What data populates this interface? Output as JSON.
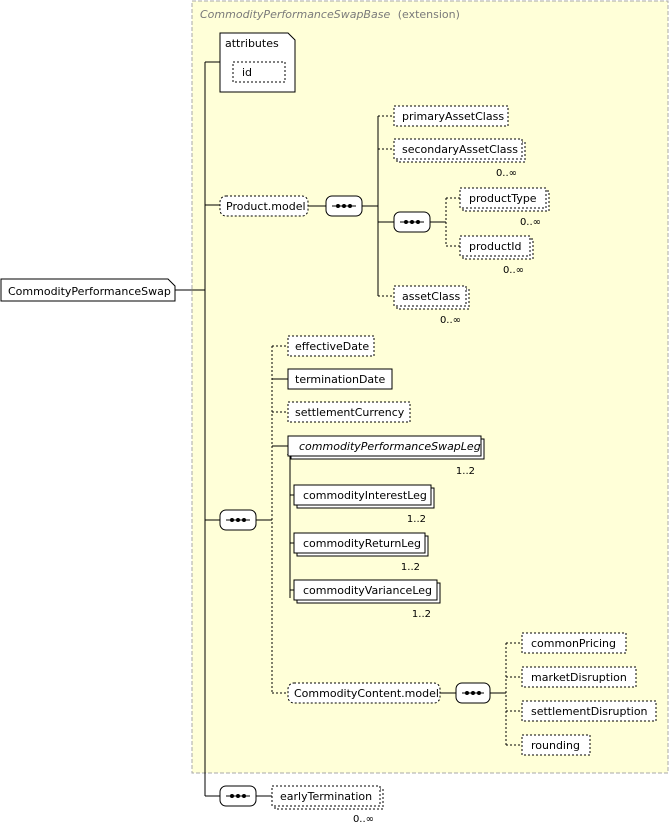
{
  "extension": {
    "base": "CommodityPerformanceSwapBase",
    "suffix": "(extension)"
  },
  "root": "CommodityPerformanceSwap",
  "attributes": {
    "title": "attributes",
    "id": "id"
  },
  "product_model": {
    "label": "Product.model",
    "primary_asset_class": "primaryAssetClass",
    "secondary_asset_class": "secondaryAssetClass",
    "secondary_asset_class_card": "0..∞",
    "product_type": "productType",
    "product_type_card": "0..∞",
    "product_id": "productId",
    "product_id_card": "0..∞",
    "asset_class": "assetClass",
    "asset_class_card": "0..∞"
  },
  "main_sequence": {
    "effective_date": "effectiveDate",
    "termination_date": "terminationDate",
    "settlement_currency": "settlementCurrency",
    "swap_leg": "commodityPerformanceSwapLeg",
    "swap_leg_card": "1..2",
    "interest_leg": "commodityInterestLeg",
    "interest_leg_card": "1..2",
    "return_leg": "commodityReturnLeg",
    "return_leg_card": "1..2",
    "variance_leg": "commodityVarianceLeg",
    "variance_leg_card": "1..2"
  },
  "commodity_content": {
    "label": "CommodityContent.model",
    "common_pricing": "commonPricing",
    "market_disruption": "marketDisruption",
    "settlement_disruption": "settlementDisruption",
    "rounding": "rounding"
  },
  "early_termination": {
    "label": "earlyTermination",
    "card": "0..∞"
  },
  "colors": {
    "extension_fill": "#ffffd8",
    "extension_border": "#a8a8a8"
  }
}
